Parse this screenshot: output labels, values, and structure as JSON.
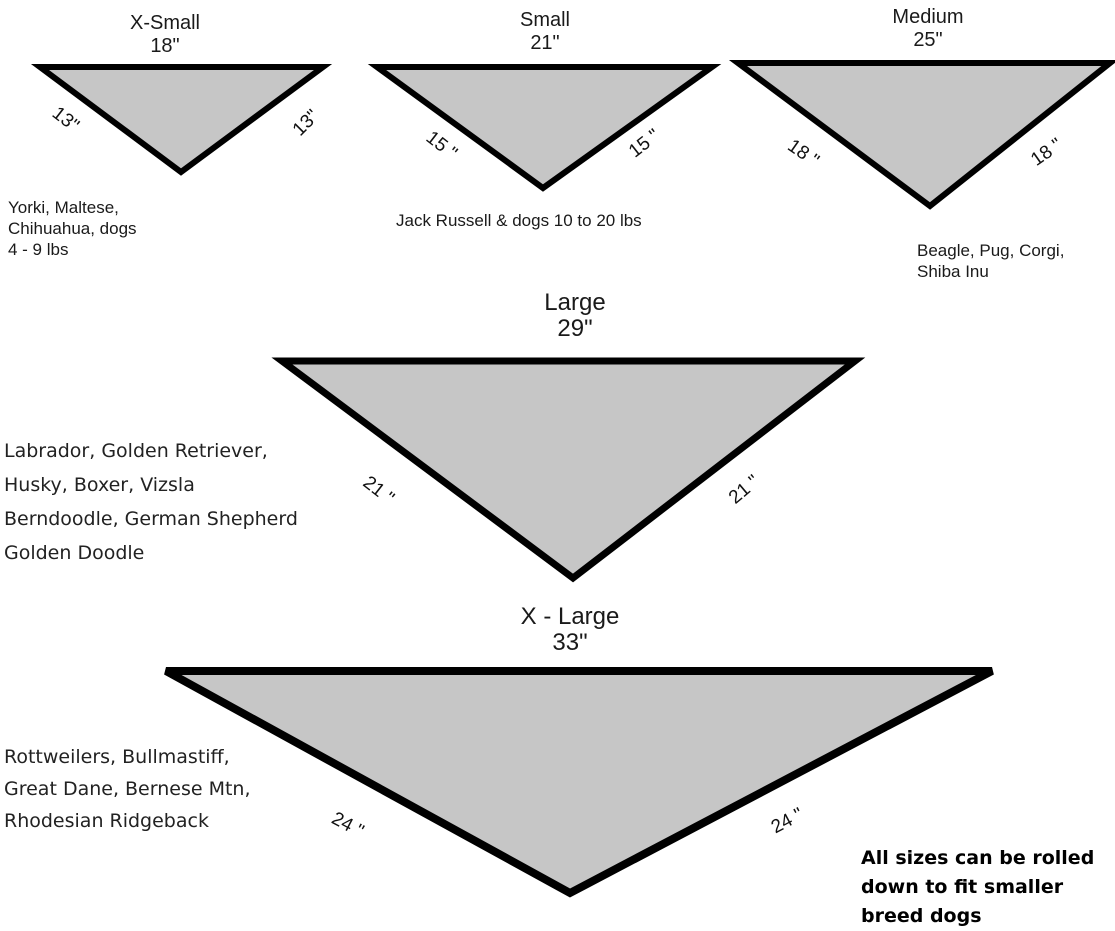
{
  "colors": {
    "fill": "#c6c6c6",
    "stroke": "#000000",
    "text": "#111111"
  },
  "sizes": [
    {
      "name": "X-Small",
      "width": "18\"",
      "sides": [
        "13\"",
        "13\""
      ],
      "breeds": [
        "Yorki, Maltese,",
        "Chihuahua, dogs",
        "4 - 9 lbs"
      ]
    },
    {
      "name": "Small",
      "width": "21\"",
      "sides": [
        "15 \"",
        "15 \""
      ],
      "breeds": [
        "Jack Russell & dogs 10 to 20 lbs"
      ]
    },
    {
      "name": "Medium",
      "width": "25\"",
      "sides": [
        "18 \"",
        "18 \""
      ],
      "breeds": [
        "Beagle, Pug, Corgi,",
        "Shiba Inu"
      ]
    },
    {
      "name": "Large",
      "width": "29\"",
      "sides": [
        "21 \"",
        "21 \""
      ],
      "breeds": [
        "Labrador, Golden Retriever,",
        "Husky, Boxer, Vizsla",
        "Berndoodle, German Shepherd",
        "Golden Doodle"
      ]
    },
    {
      "name": "X - Large",
      "width": "33\"",
      "sides": [
        "24 \"",
        "24 \""
      ],
      "breeds": [
        "Rottweilers, Bullmastiff,",
        "Great Dane, Bernese Mtn,",
        "Rhodesian Ridgeback"
      ]
    }
  ],
  "note": [
    "All sizes can be rolled",
    "down to fit smaller",
    "breed dogs"
  ]
}
